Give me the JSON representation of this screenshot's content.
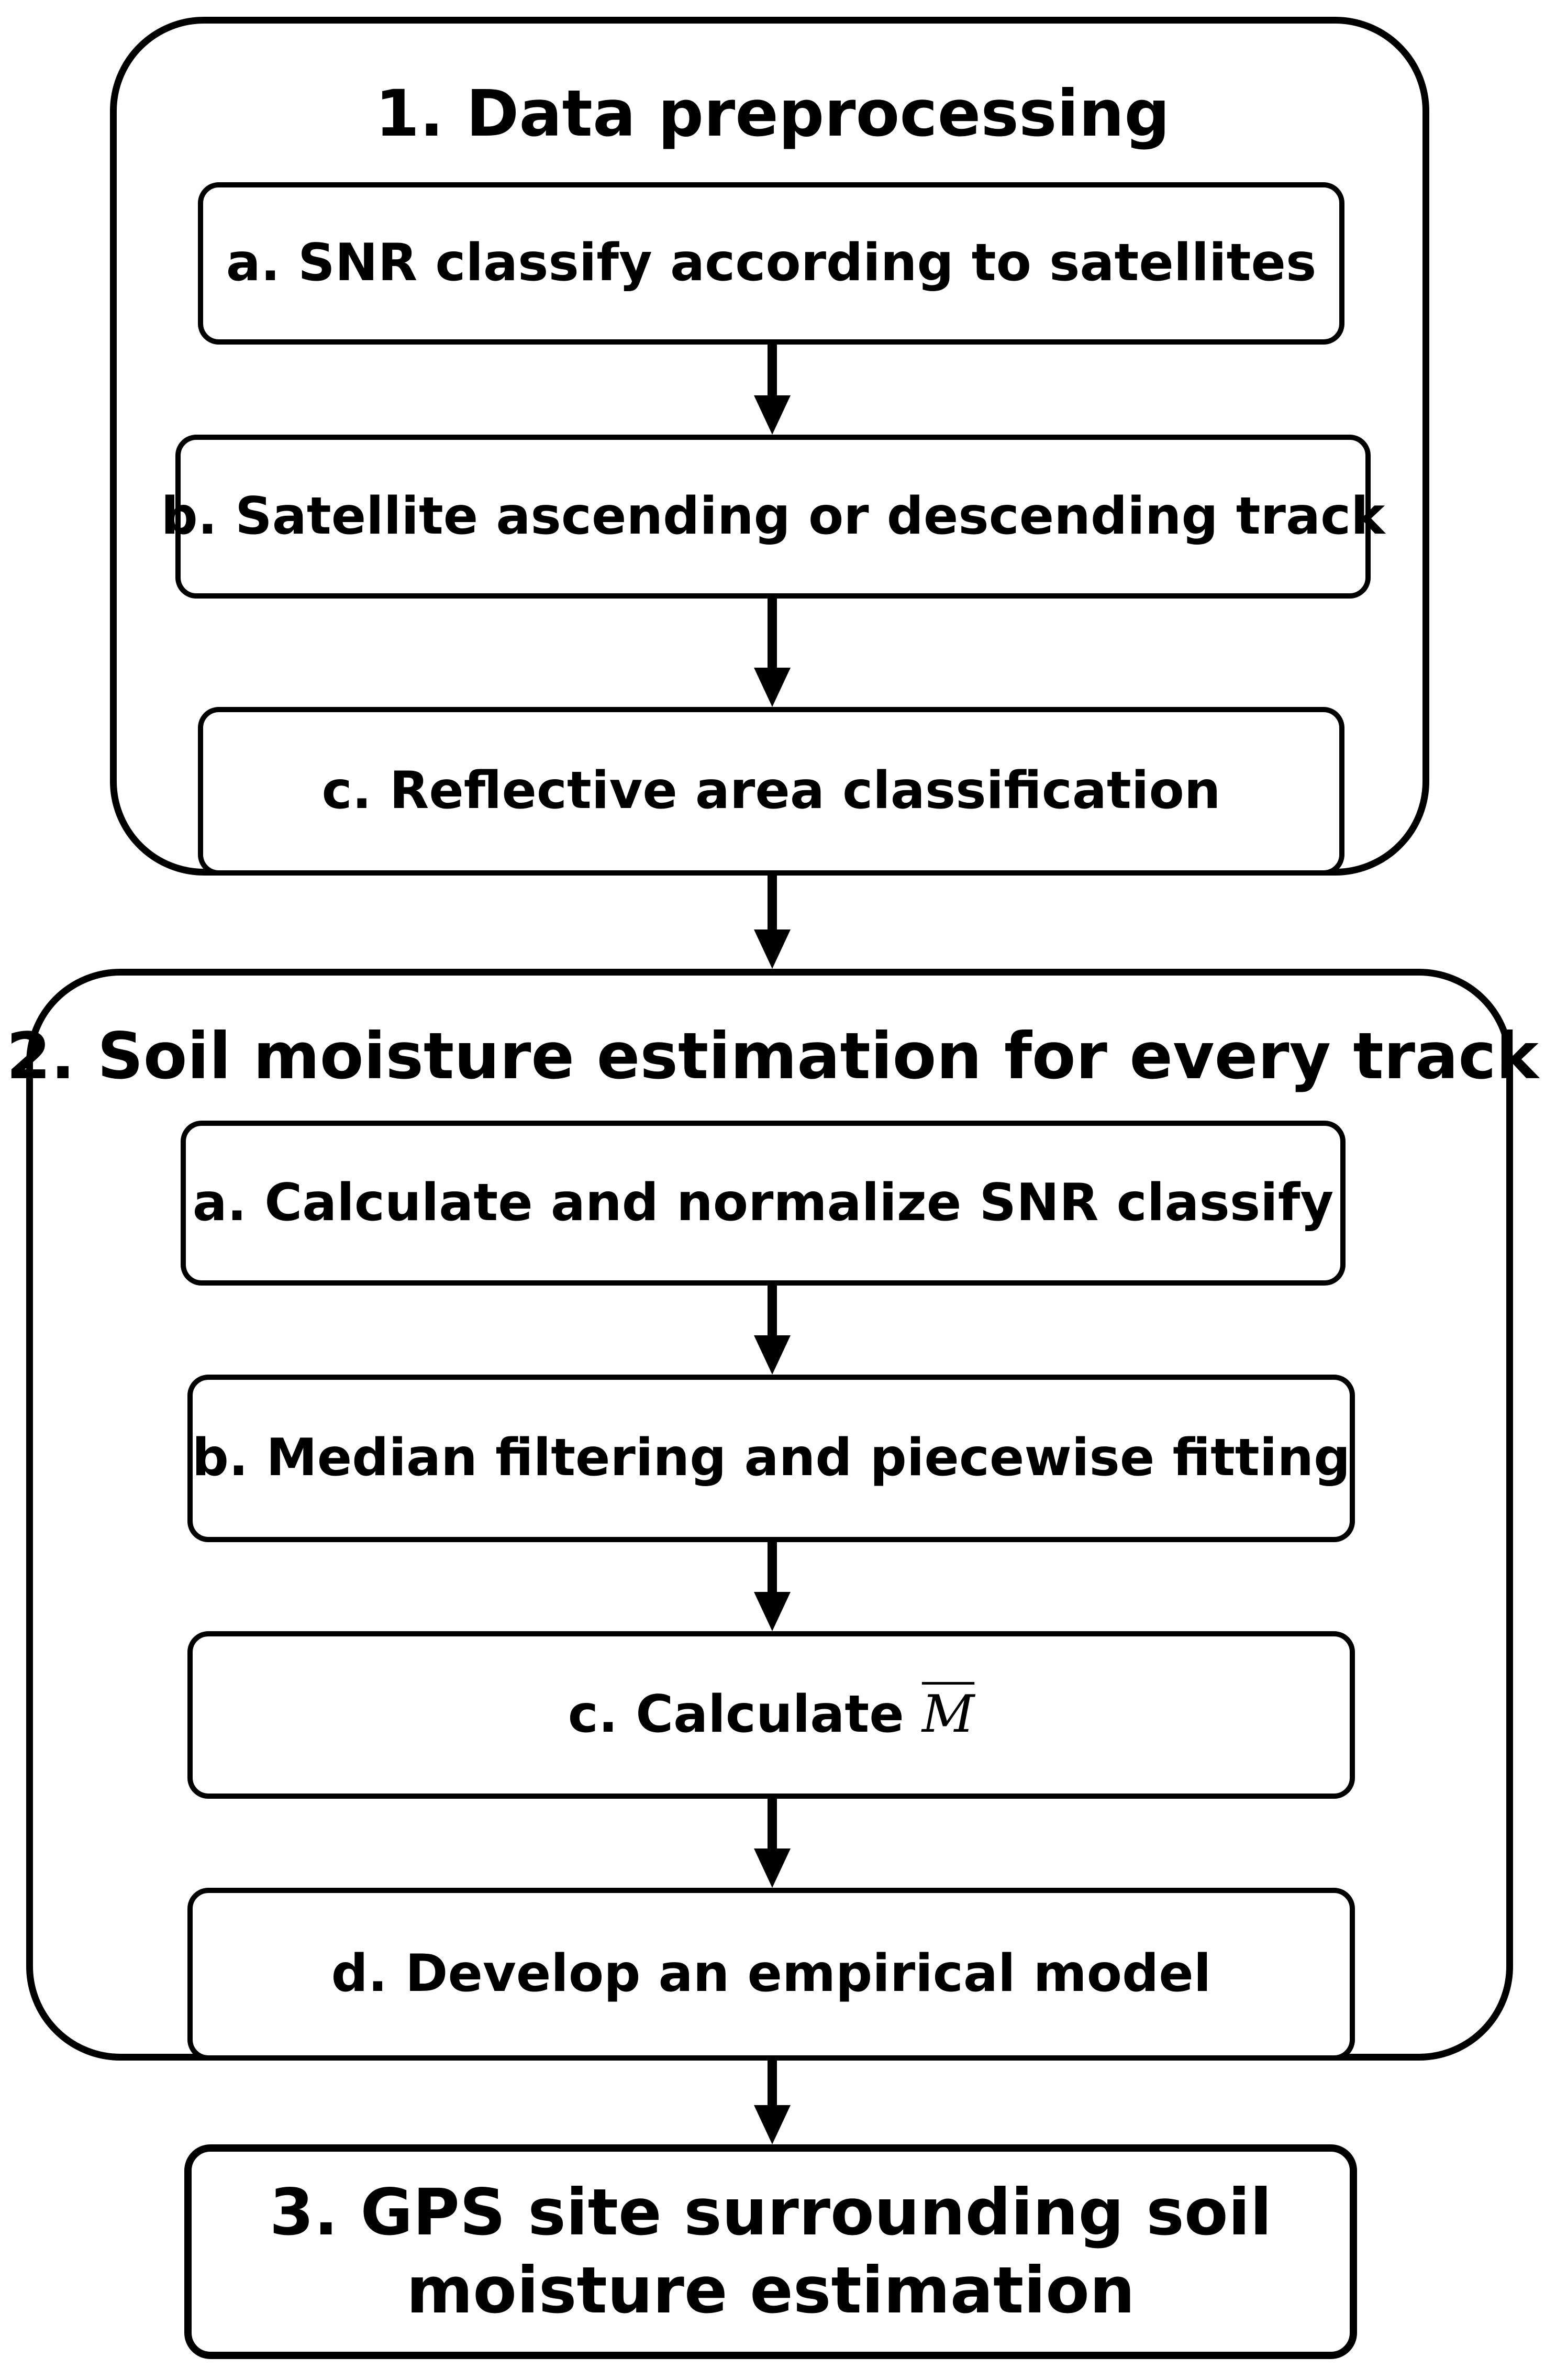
{
  "groups": [
    {
      "title": "1. Data preprocessing",
      "steps": [
        "a. SNR classify according to satellites",
        "b. Satellite ascending or descending track",
        "c. Reflective area classification"
      ]
    },
    {
      "title": "2. Soil moisture estimation for every track",
      "steps": [
        "a. Calculate and normalize SNR classify",
        "b. Median filtering and piecewise fitting",
        "c. Calculate ",
        "d. Develop an empirical model"
      ],
      "symbol": "M"
    }
  ],
  "final": {
    "line1": "3. GPS site surrounding soil",
    "line2": "moisture estimation"
  },
  "colors": {
    "stroke": "#000000",
    "fill": "#ffffff"
  }
}
